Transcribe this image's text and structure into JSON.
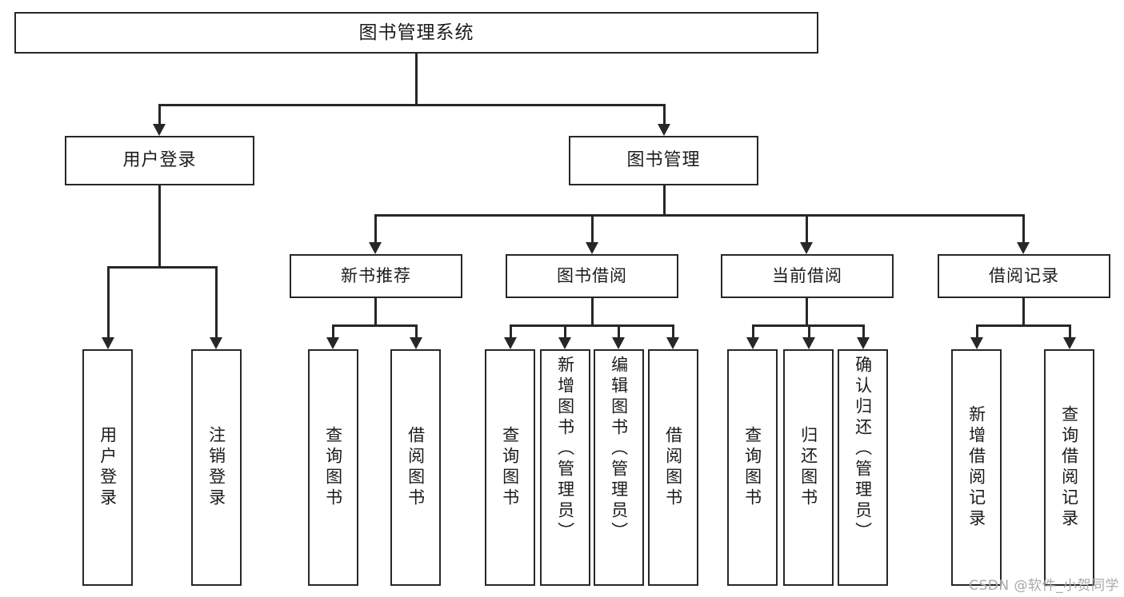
{
  "diagram": {
    "title": "图书管理系统",
    "type": "tree-hierarchy-diagram",
    "colors": {
      "stroke": "#272727",
      "fill": "#ffffff",
      "text": "#1b1b1b",
      "watermark": "#a8a8a8"
    },
    "root": {
      "label": "图书管理系统"
    },
    "level2": [
      {
        "label": "用户登录"
      },
      {
        "label": "图书管理"
      }
    ],
    "level3": [
      {
        "label": "新书推荐"
      },
      {
        "label": "图书借阅"
      },
      {
        "label": "当前借阅"
      },
      {
        "label": "借阅记录"
      }
    ],
    "leaves": {
      "user_login": [
        {
          "label": "用户登录"
        },
        {
          "label": "注销登录"
        }
      ],
      "new_book_recommend": [
        {
          "label": "查询图书"
        },
        {
          "label": "借阅图书"
        }
      ],
      "book_borrow": [
        {
          "label": "查询图书"
        },
        {
          "label": "新增图书（管理员）"
        },
        {
          "label": "编辑图书（管理员）"
        },
        {
          "label": "借阅图书"
        }
      ],
      "current_borrow": [
        {
          "label": "查询图书"
        },
        {
          "label": "归还图书"
        },
        {
          "label": "确认归还（管理员）"
        }
      ],
      "borrow_record": [
        {
          "label": "新增借阅记录"
        },
        {
          "label": "查询借阅记录"
        }
      ]
    }
  },
  "watermark": {
    "text": "CSDN @软件_小贺同学"
  }
}
